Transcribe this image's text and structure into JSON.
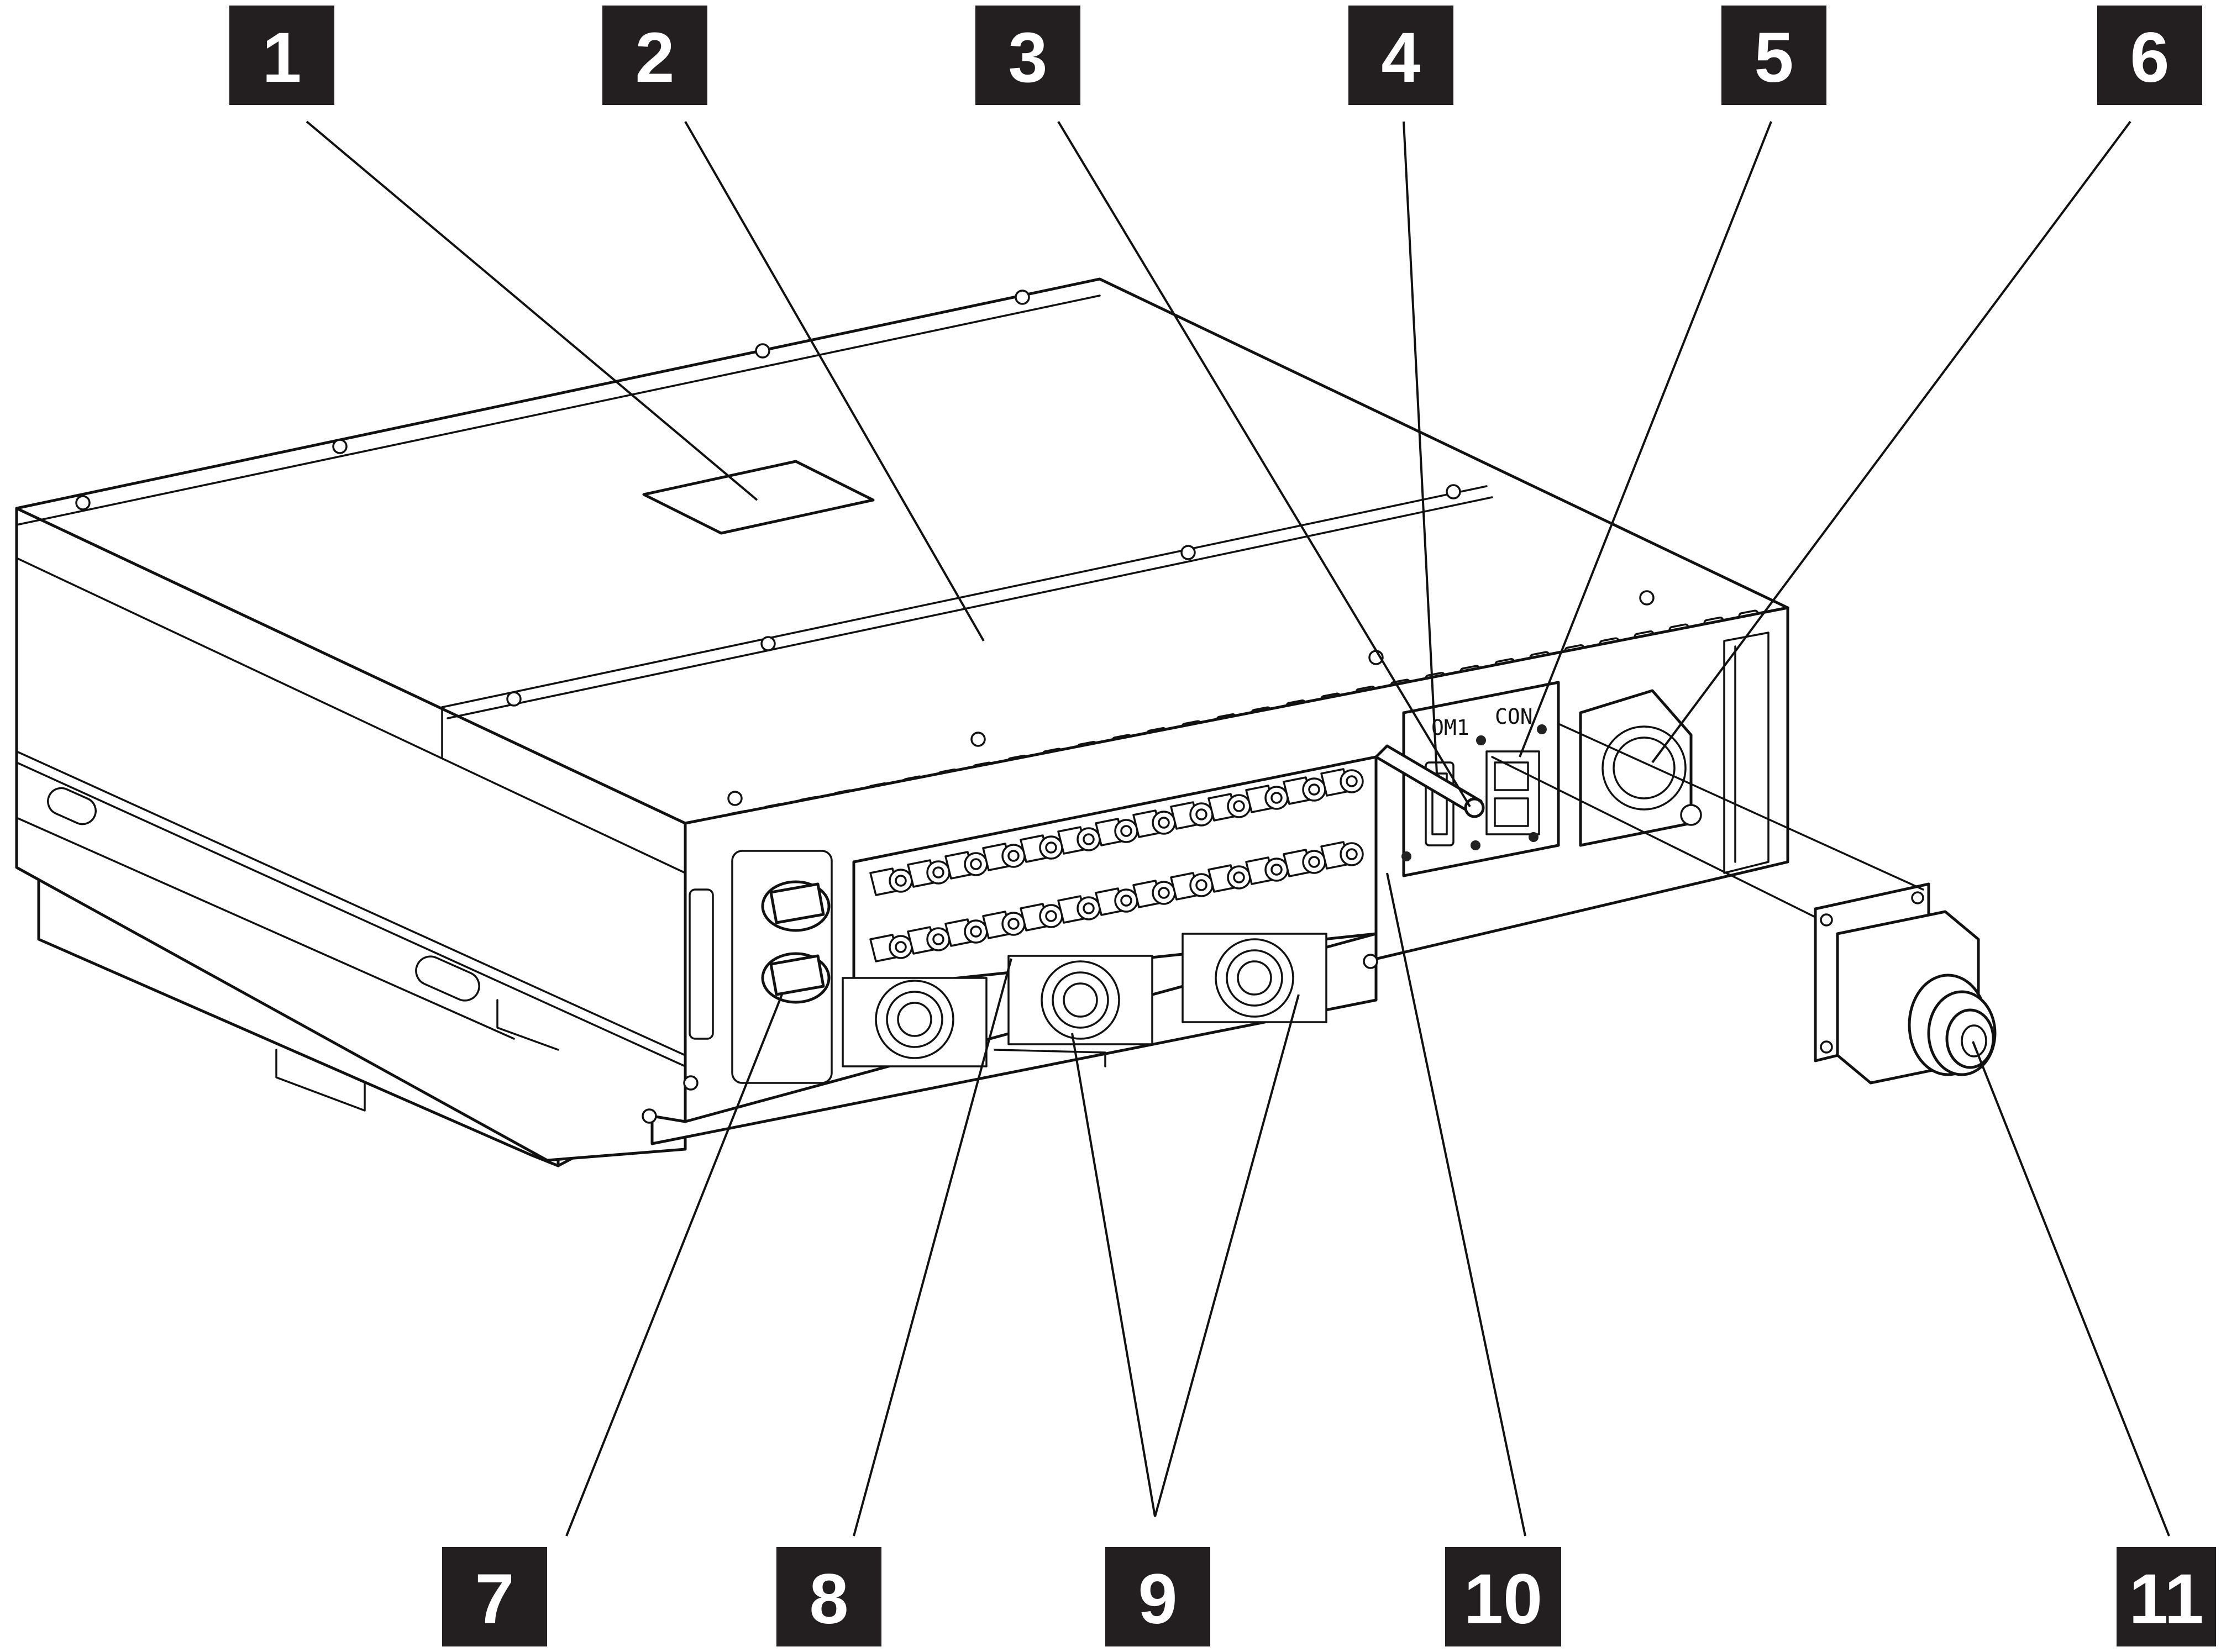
{
  "callouts": [
    {
      "id": "1",
      "label": "1"
    },
    {
      "id": "2",
      "label": "2"
    },
    {
      "id": "3",
      "label": "3"
    },
    {
      "id": "4",
      "label": "4"
    },
    {
      "id": "5",
      "label": "5"
    },
    {
      "id": "6",
      "label": "6"
    },
    {
      "id": "7",
      "label": "7"
    },
    {
      "id": "8",
      "label": "8"
    },
    {
      "id": "9",
      "label": "9"
    },
    {
      "id": "10",
      "label": "10"
    },
    {
      "id": "11",
      "label": "11"
    }
  ],
  "port_labels": {
    "com1": "OM1",
    "com2": "CON"
  },
  "colors": {
    "callout_fill": "#231f20",
    "callout_text": "#ffffff",
    "line": "#111111",
    "background": "#ffffff"
  }
}
